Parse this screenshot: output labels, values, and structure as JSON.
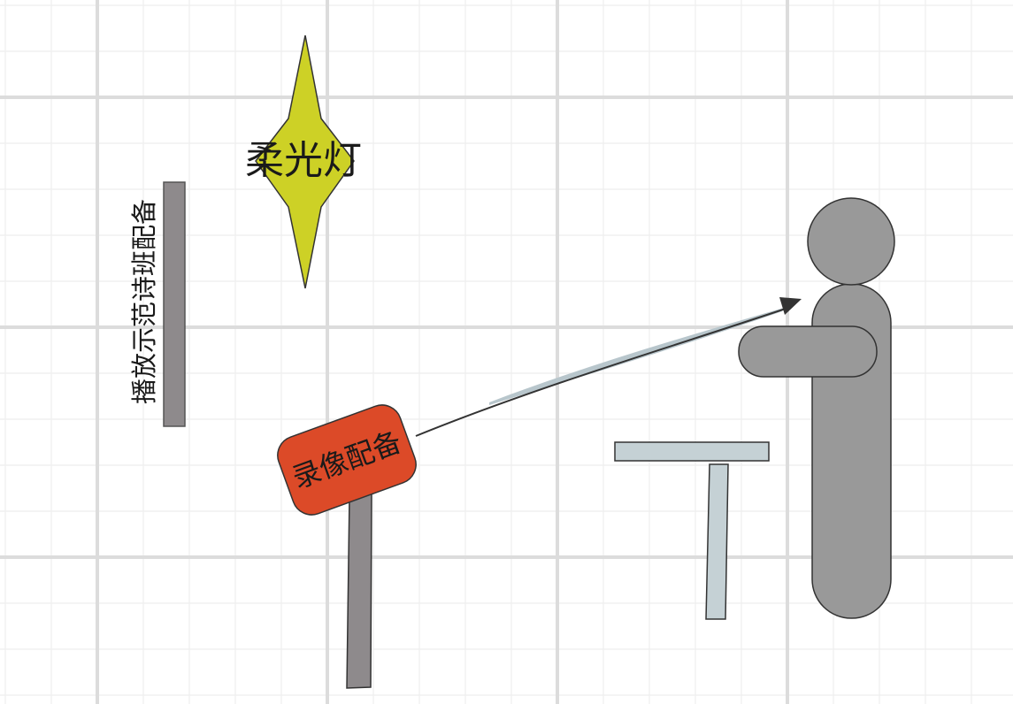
{
  "diagram": {
    "soft_light": {
      "label": "柔光灯",
      "color": "#cdd126"
    },
    "playback_device": {
      "label": "播放示范诗班配备",
      "color": "#8e8a8c"
    },
    "camera": {
      "label": "录像配备",
      "color": "#dc4a28",
      "stand_color": "#8e8a8c"
    },
    "desk": {
      "color": "#c5d1d5"
    },
    "person": {
      "color": "#999999"
    },
    "arrow": {
      "color": "#333333"
    },
    "grid": {
      "minor_color": "#eeeeee",
      "major_color": "#dcdcdc"
    }
  }
}
